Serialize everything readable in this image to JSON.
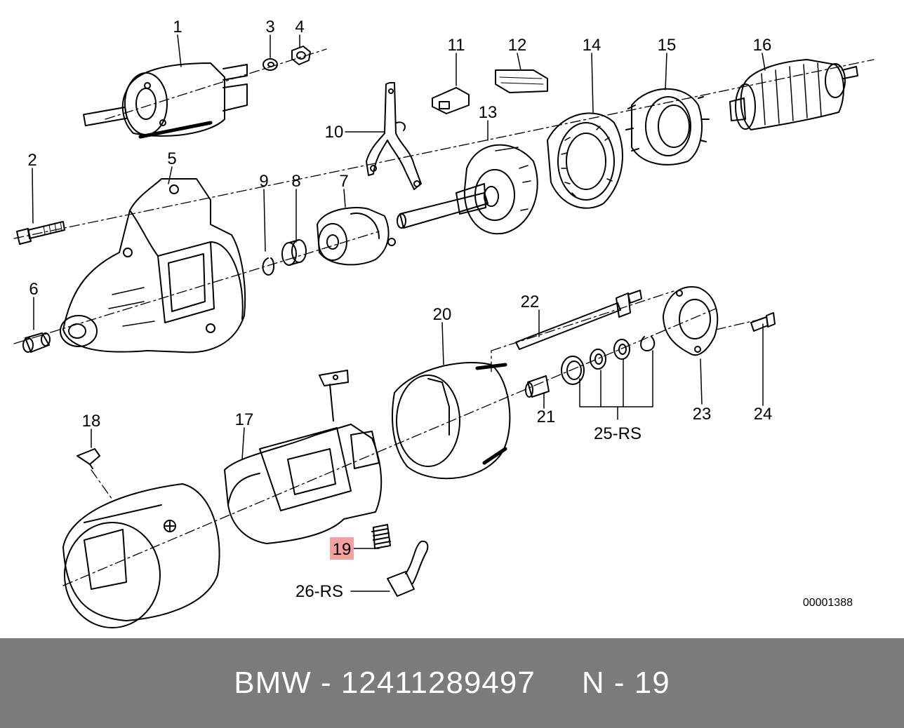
{
  "diagram": {
    "reference_number": "00001388",
    "highlight_color": "#f4a0a0",
    "highlighted_part": "19",
    "parts": [
      {
        "id": "p1",
        "label": "1"
      },
      {
        "id": "p2",
        "label": "2"
      },
      {
        "id": "p3",
        "label": "3"
      },
      {
        "id": "p4",
        "label": "4"
      },
      {
        "id": "p5",
        "label": "5"
      },
      {
        "id": "p6",
        "label": "6"
      },
      {
        "id": "p7",
        "label": "7"
      },
      {
        "id": "p8",
        "label": "8"
      },
      {
        "id": "p9",
        "label": "9"
      },
      {
        "id": "p10",
        "label": "10"
      },
      {
        "id": "p11",
        "label": "11"
      },
      {
        "id": "p12",
        "label": "12"
      },
      {
        "id": "p13",
        "label": "13"
      },
      {
        "id": "p14",
        "label": "14"
      },
      {
        "id": "p15",
        "label": "15"
      },
      {
        "id": "p16",
        "label": "16"
      },
      {
        "id": "p17",
        "label": "17"
      },
      {
        "id": "p18",
        "label": "18"
      },
      {
        "id": "p19",
        "label": "19"
      },
      {
        "id": "p20",
        "label": "20"
      },
      {
        "id": "p21",
        "label": "21"
      },
      {
        "id": "p22",
        "label": "22"
      },
      {
        "id": "p23",
        "label": "23"
      },
      {
        "id": "p24",
        "label": "24"
      },
      {
        "id": "p25",
        "label": "25-RS"
      },
      {
        "id": "p26",
        "label": "26-RS"
      }
    ]
  },
  "footer": {
    "text": "BMW - 12411289497     N - 19",
    "background": "#7b7b7b"
  }
}
